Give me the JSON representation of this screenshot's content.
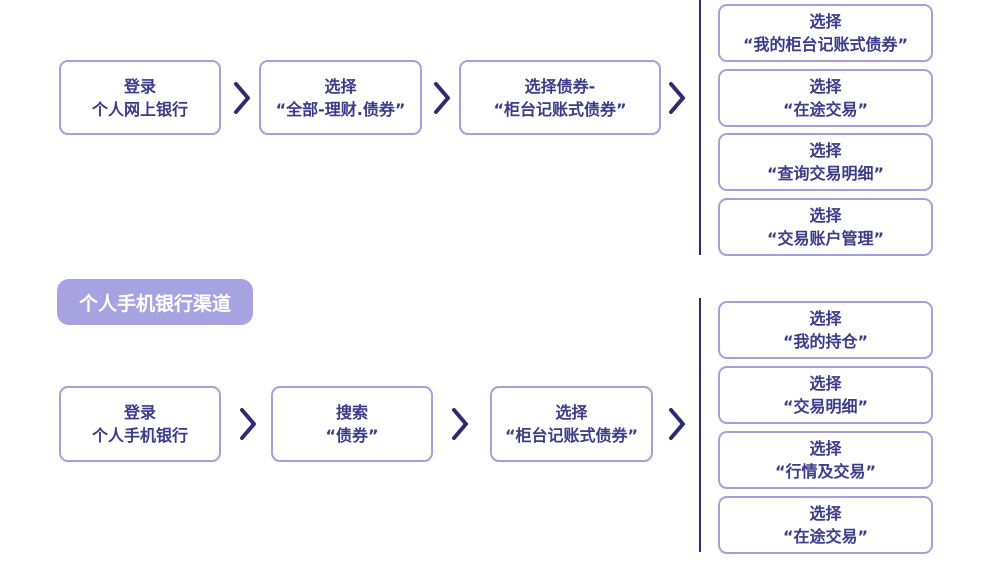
{
  "online": {
    "steps": [
      {
        "line1": "登录",
        "line2": "个人网上银行"
      },
      {
        "line1": "选择",
        "line2": "“全部-理财.债券”"
      },
      {
        "line1": "选择债券-",
        "line2": "“柜台记账式债券”"
      }
    ],
    "options": [
      {
        "line1": "选择",
        "line2": "“我的柜台记账式债券”"
      },
      {
        "line1": "选择",
        "line2": "“在途交易”"
      },
      {
        "line1": "选择",
        "line2": "“查询交易明细”"
      },
      {
        "line1": "选择",
        "line2": "“交易账户管理”"
      }
    ]
  },
  "mobile": {
    "channel_label": "个人手机银行渠道",
    "steps": [
      {
        "line1": "登录",
        "line2": "个人手机银行"
      },
      {
        "line1": "搜索",
        "line2": "“债券”"
      },
      {
        "line1": "选择",
        "line2": "“柜台记账式债券”"
      }
    ],
    "options": [
      {
        "line1": "选择",
        "line2": "“我的持仓”"
      },
      {
        "line1": "选择",
        "line2": "“交易明细”"
      },
      {
        "line1": "选择",
        "line2": "“行情及交易”"
      },
      {
        "line1": "选择",
        "line2": "“在途交易”"
      }
    ]
  },
  "colors": {
    "box_border": "#a4a0dc",
    "text": "#3d3a8a",
    "arrow": "#2e2b6f",
    "pill_bg": "#a7a3e0"
  },
  "icons": {
    "arrow": "chevron-right-icon"
  }
}
